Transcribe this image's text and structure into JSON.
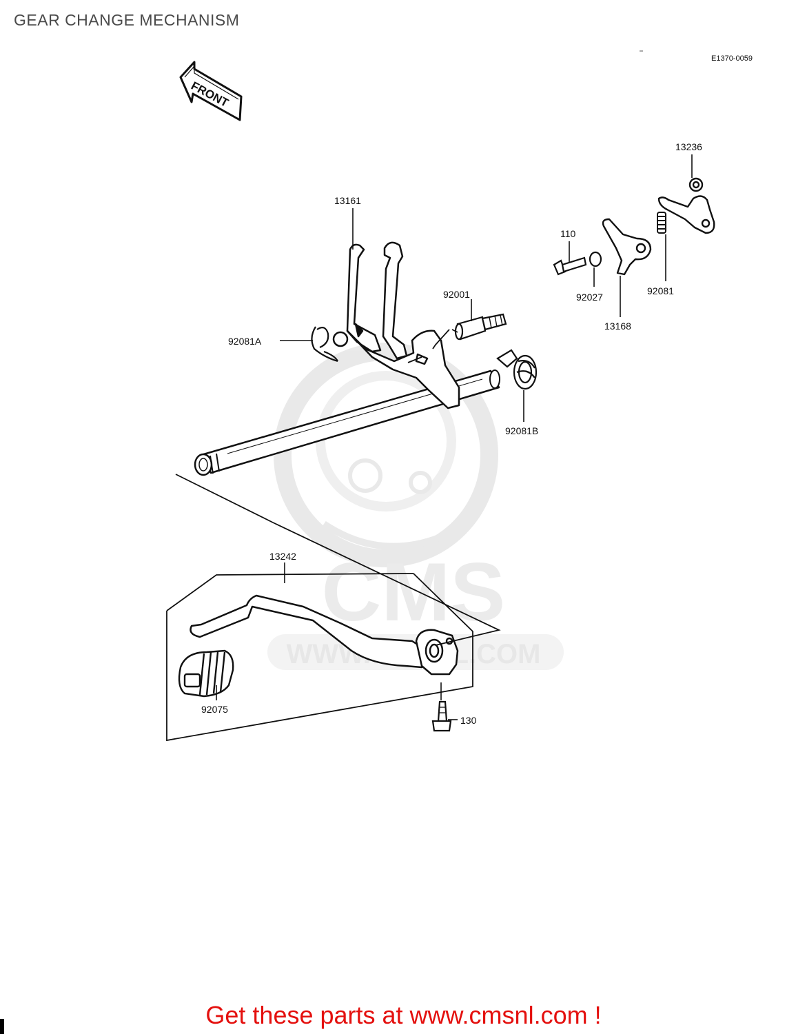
{
  "page": {
    "title": "GEAR CHANGE MECHANISM",
    "diagram_code": "E1370-0059",
    "front_label": "FRONT",
    "footer": "Get these parts at www.cmsnl.com !"
  },
  "watermark": {
    "text": "CMS",
    "url_text": "WWW.CMSNL.COM"
  },
  "parts": [
    {
      "id": "13161"
    },
    {
      "id": "13236"
    },
    {
      "id": "110"
    },
    {
      "id": "92027"
    },
    {
      "id": "92081"
    },
    {
      "id": "13168"
    },
    {
      "id": "92001"
    },
    {
      "id": "92081A"
    },
    {
      "id": "92081B"
    },
    {
      "id": "13242"
    },
    {
      "id": "92075"
    },
    {
      "id": "130"
    }
  ]
}
